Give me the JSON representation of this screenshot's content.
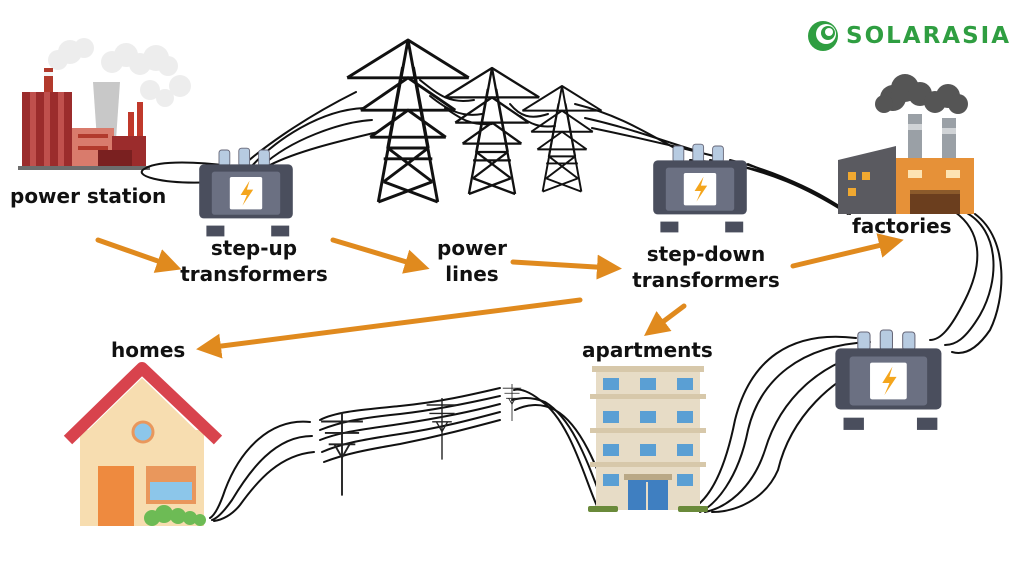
{
  "brand": {
    "name": "SOLARASIA",
    "color": "#2f9e41"
  },
  "colors": {
    "arrow": "#e08a1e",
    "wire": "#111111",
    "transformer": "#4a4e5d",
    "bolt": "#f4a51c"
  },
  "labels": {
    "power_station": "power station",
    "step_up": [
      "step-up",
      "transformers"
    ],
    "power_lines": [
      "power",
      "lines"
    ],
    "step_down": [
      "step-down",
      "transformers"
    ],
    "factories": "factories",
    "apartments": "apartments",
    "homes": "homes"
  },
  "icons": [
    "power-station-icon",
    "transformer-icon",
    "transmission-tower-icon",
    "factory-icon",
    "apartment-building-icon",
    "house-icon",
    "utility-pole-icon",
    "solarasia-logo-icon"
  ]
}
